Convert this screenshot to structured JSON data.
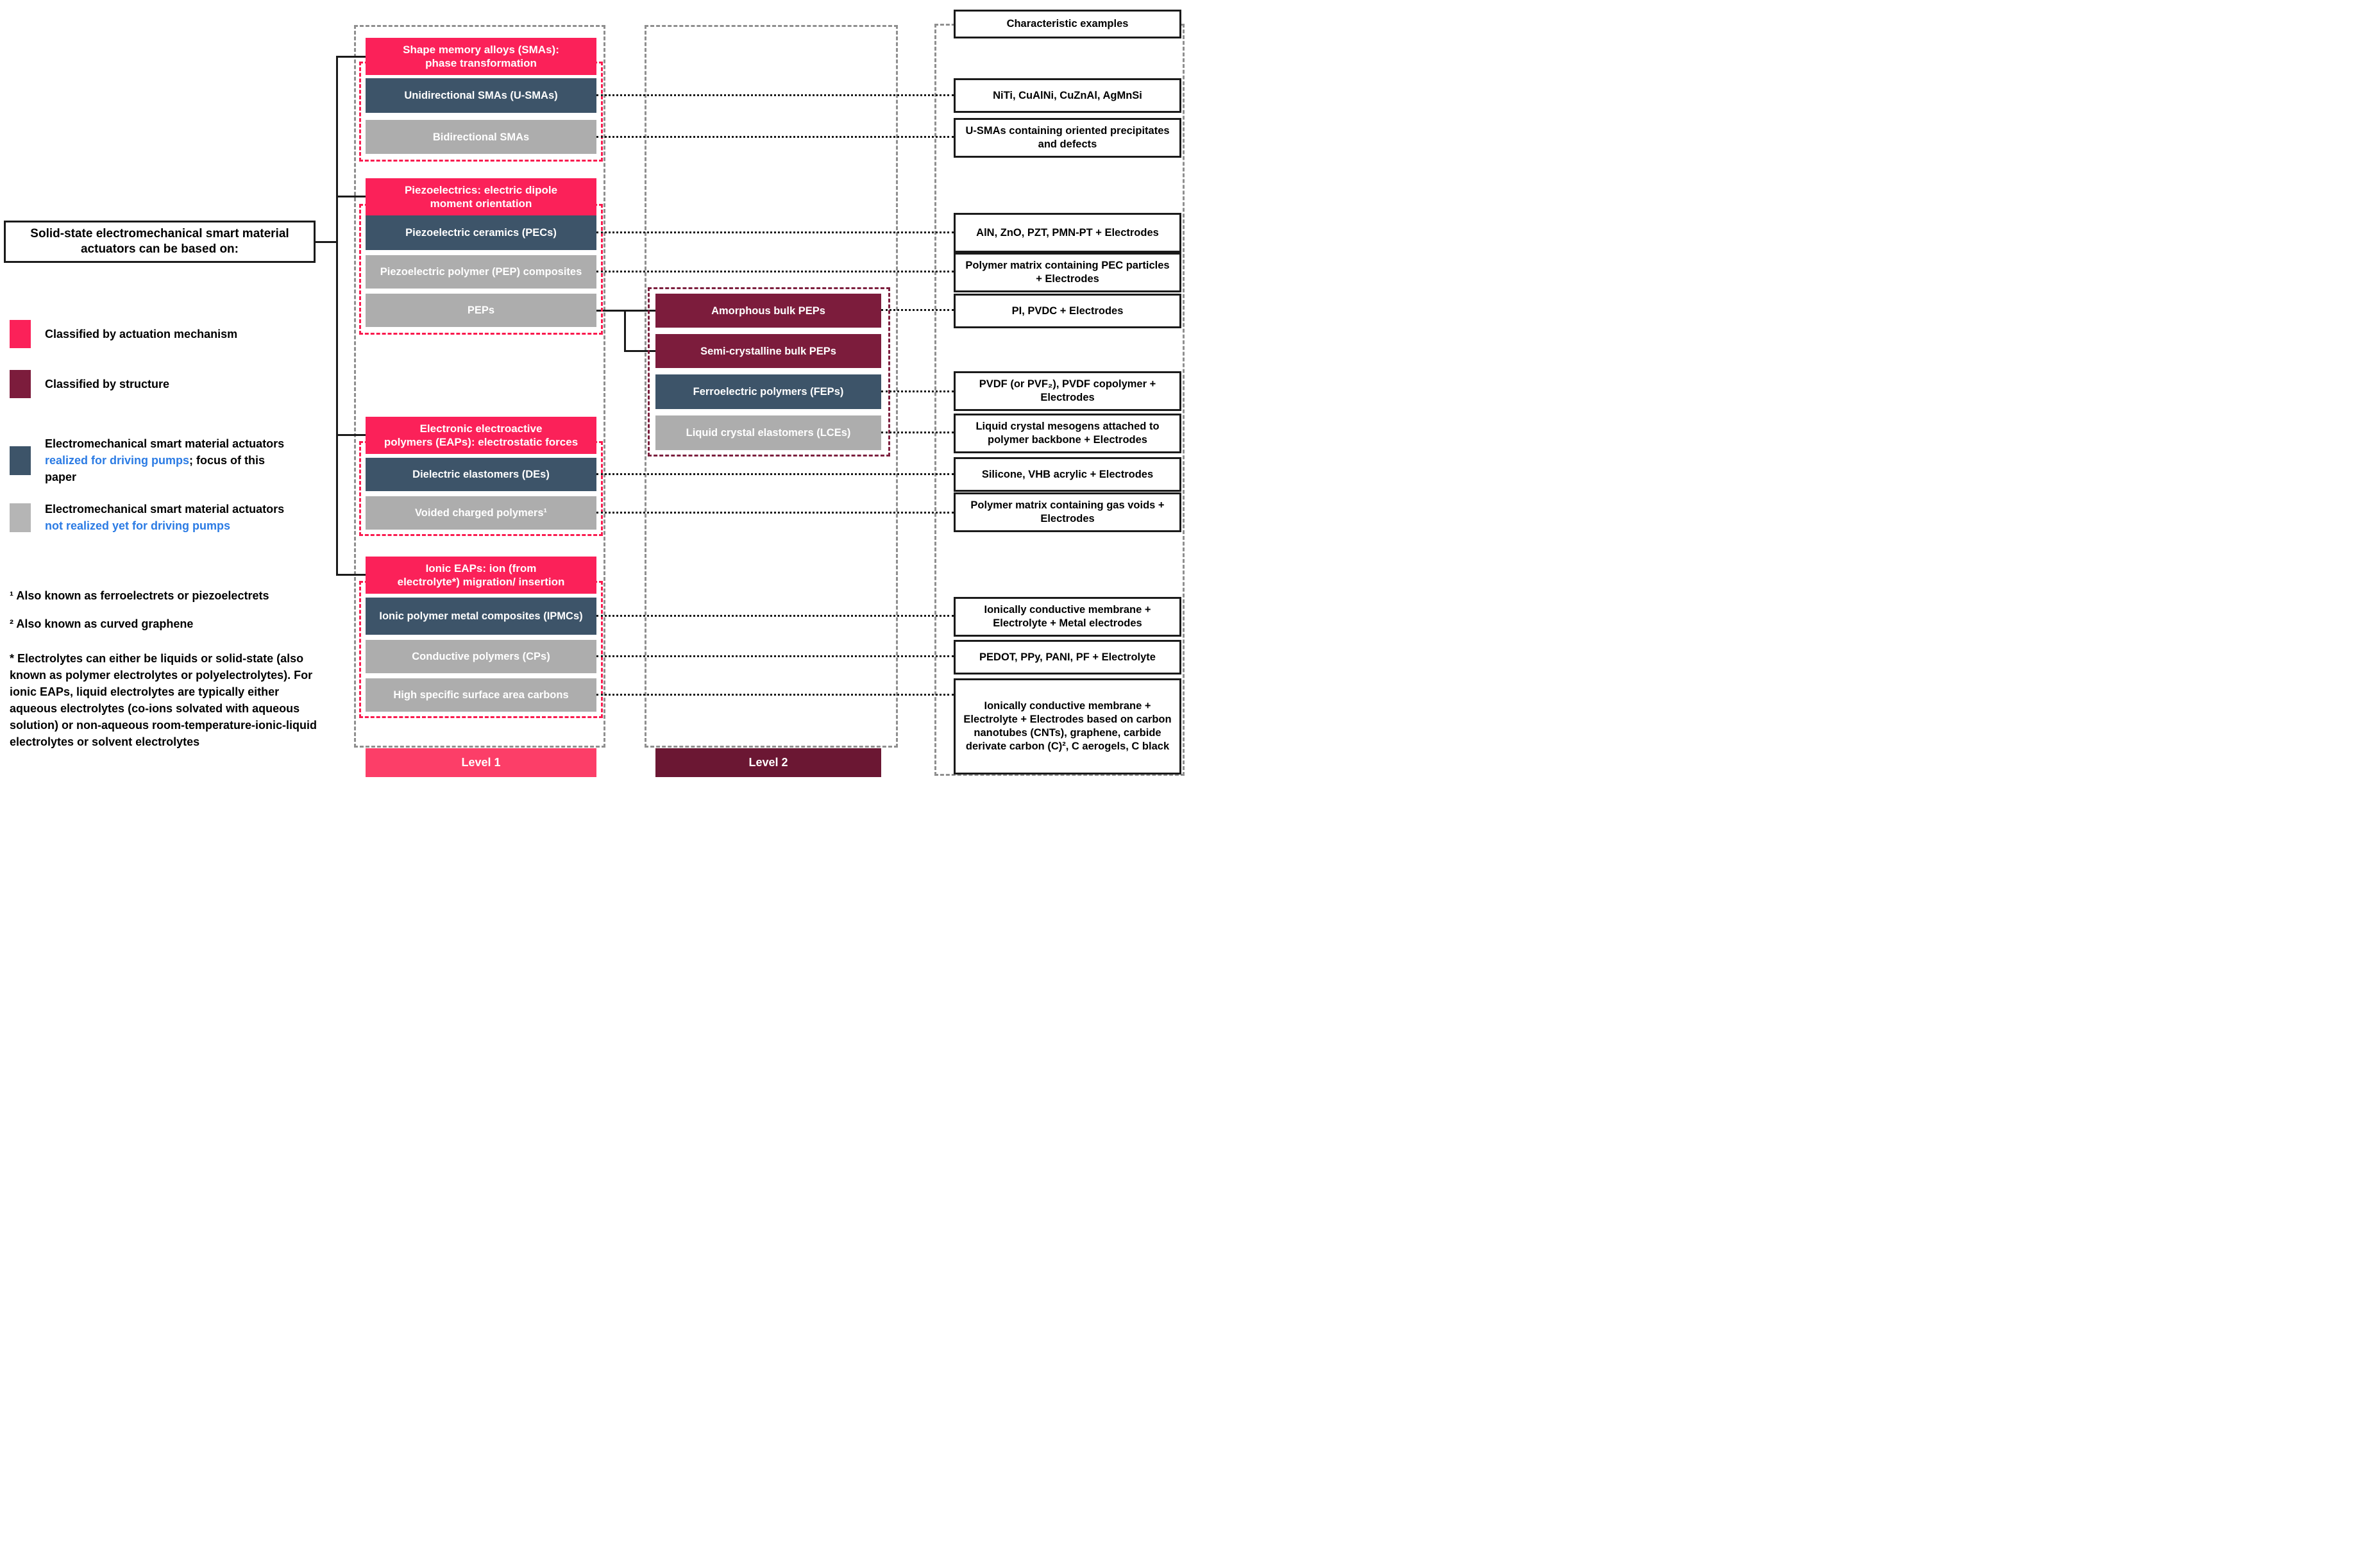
{
  "colors": {
    "accent_pink": "#FB2159",
    "pink_label": "#FC3E68",
    "maroon": "#7C1C3C",
    "maroon_label": "#6B1733",
    "slate_blue": "#3D5469",
    "gray_box": "#ADADAD",
    "link_blue": "#2B7BE4",
    "red_dash": "#FA1A4E",
    "gray_dash": "#8F8F8F"
  },
  "title": "Solid-state electromechanical smart material actuators can be based on:",
  "legend": {
    "item1": {
      "label": "Classified by actuation mechanism"
    },
    "item2": {
      "label": "Classified by structure"
    },
    "item3": {
      "line1": "Electromechanical smart material actuators",
      "line2_blue": "realized for driving pumps",
      "line2_black": "; focus of this",
      "line3": "paper"
    },
    "item4": {
      "line1": "Electromechanical smart material actuators",
      "line2_blue": "not realized yet for driving pumps"
    }
  },
  "footnotes": {
    "f1": "¹ Also known as ferroelectrets or piezoelectrets",
    "f2": "² Also known as curved graphene",
    "f3": "* Electrolytes can either be liquids or solid-state (also known as polymer electrolytes or polyelectrolytes). For ionic EAPs, liquid electrolytes are typically either aqueous electrolytes (co-ions solvated with aqueous solution) or non-aqueous room-temperature-ionic-liquid electrolytes or solvent electrolytes"
  },
  "level1": {
    "label": "Level 1",
    "groups": [
      {
        "header_line1": "Shape memory alloys (SMAs):",
        "header_line2": "phase transformation",
        "items": [
          {
            "text": "Unidirectional SMAs (U-SMAs)",
            "type": "blue"
          },
          {
            "text": "Bidirectional SMAs",
            "type": "gray"
          }
        ]
      },
      {
        "header_line1": "Piezoelectrics: electric dipole",
        "header_line2": "moment orientation",
        "items": [
          {
            "text": "Piezoelectric ceramics (PECs)",
            "type": "blue"
          },
          {
            "text": "Piezoelectric polymer (PEP) composites",
            "type": "gray"
          },
          {
            "text": "PEPs",
            "type": "gray"
          }
        ]
      },
      {
        "header_line1": "Electronic electroactive",
        "header_line2": "polymers (EAPs): electrostatic forces",
        "items": [
          {
            "text": "Dielectric elastomers (DEs)",
            "type": "blue"
          },
          {
            "text": "Voided charged polymers¹",
            "type": "gray"
          }
        ]
      },
      {
        "header_line1": "Ionic EAPs: ion (from",
        "header_line2": "electrolyte*) migration/ insertion",
        "items": [
          {
            "text": "Ionic polymer metal composites (IPMCs)",
            "type": "blue"
          },
          {
            "text": "Conductive polymers (CPs)",
            "type": "gray"
          },
          {
            "text": "High specific surface area carbons",
            "type": "gray"
          }
        ]
      }
    ]
  },
  "level2": {
    "label": "Level 2",
    "items": [
      {
        "text": "Amorphous bulk  PEPs",
        "type": "maroon"
      },
      {
        "text": "Semi-crystalline bulk PEPs",
        "type": "maroon"
      },
      {
        "text": "Ferroelectric polymers (FEPs)",
        "type": "blue"
      },
      {
        "text": "Liquid crystal elastomers (LCEs)",
        "type": "gray"
      }
    ]
  },
  "examples": {
    "header": "Characteristic examples",
    "boxes": [
      {
        "text": "NiTi, CuAlNi, CuZnAl, AgMnSi"
      },
      {
        "text": "U-SMAs containing oriented precipitates and defects"
      },
      {
        "text": "AlN, ZnO, PZT, PMN-PT + Electrodes"
      },
      {
        "text": "Polymer matrix containing PEC particles + Electrodes"
      },
      {
        "text": "PI, PVDC + Electrodes"
      },
      {
        "text": "PVDF (or PVF₂), PVDF copolymer + Electrodes"
      },
      {
        "text": "Liquid crystal mesogens attached to polymer backbone + Electrodes"
      },
      {
        "text": "Silicone, VHB acrylic + Electrodes"
      },
      {
        "text": "Polymer matrix containing gas voids + Electrodes"
      },
      {
        "text": "Ionically conductive membrane + Electrolyte + Metal electrodes"
      },
      {
        "text": "PEDOT, PPy, PANI, PF + Electrolyte"
      },
      {
        "text": "Ionically conductive membrane + Electrolyte + Electrodes based on carbon nanotubes (CNTs), graphene, carbide derivate carbon (C)², C aerogels, C black"
      }
    ]
  }
}
